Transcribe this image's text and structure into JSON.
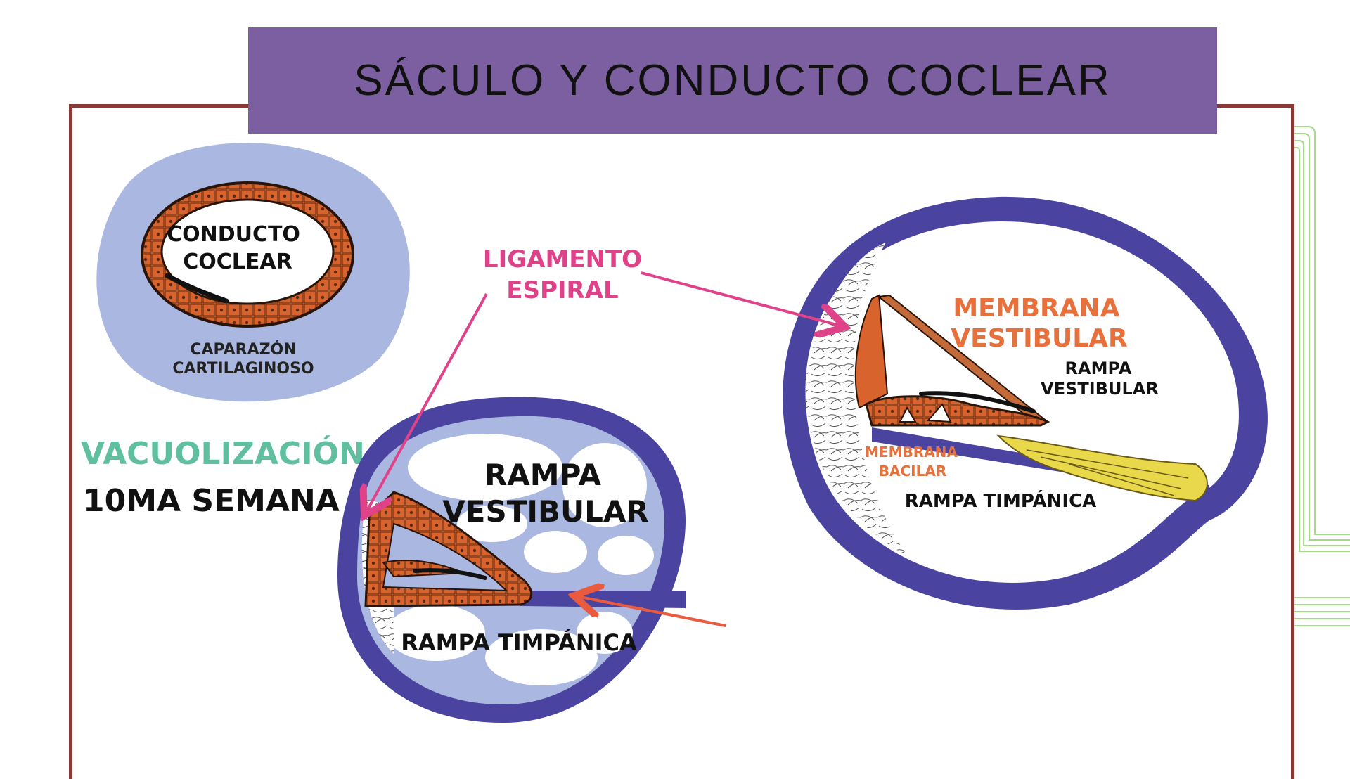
{
  "title": "SÁCULO Y CONDUCTO COCLEAR",
  "colors": {
    "banner": "#7b5fa0",
    "frame": "#8a3a36",
    "cartilage": "#aab7e0",
    "wall": "#4a44a0",
    "epithelium": "#d9632c",
    "ligament_label": "#e0428a",
    "vacuolization": "#5fbf9e",
    "nerve": "#e8d84a",
    "deco_lines": "#8bd46a"
  },
  "stage_labels": {
    "vacuolizacion": "VACUOLIZACIÓN",
    "semana": "10MA SEMANA"
  },
  "early_stage": {
    "duct_line1": "CONDUCTO",
    "duct_line2": "COCLEAR",
    "shell_line1": "CAPARAZÓN",
    "shell_line2": "CARTILAGINOSO"
  },
  "middle_stage": {
    "rampa_vestibular_line1": "RAMPA",
    "rampa_vestibular_line2": "VESTIBULAR",
    "rampa_timpanica": "RAMPA TIMPÁNICA"
  },
  "ligament": {
    "line1": "LIGAMENTO",
    "line2": "ESPIRAL"
  },
  "mature_stage": {
    "membrana_vestibular_line1": "MEMBRANA",
    "membrana_vestibular_line2": "VESTIBULAR",
    "rampa_vestibular_line1": "RAMPA",
    "rampa_vestibular_line2": "VESTIBULAR",
    "membrana_bacilar_line1": "MEMBRANA",
    "membrana_bacilar_line2": "BACILAR",
    "rampa_timpanica": "RAMPA TIMPÁNICA"
  }
}
